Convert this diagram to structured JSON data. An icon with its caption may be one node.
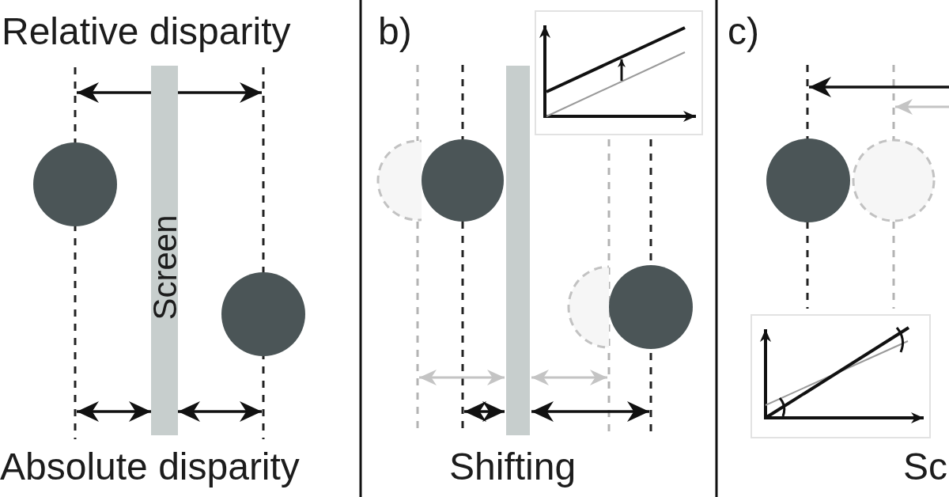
{
  "diagram": {
    "nodes": [
      {
        "text": [],
        "shape": "circle"
      },
      {
        "text": [
          "Screen"
        ]
      },
      {
        "text": [],
        "shape": "circle"
      },
      {
        "text": [],
        "shape": "circle"
      },
      {
        "text": [],
        "shape": "circle"
      },
      {
        "text": [],
        "shape": "bar"
      },
      {
        "text": [],
        "shape": "circle"
      },
      {
        "text": [],
        "shape": "circle"
      },
      {
        "text": [],
        "shape": "circle"
      },
      {
        "text": [],
        "shape": "circle"
      }
    ],
    "labels": [
      "Relative disparity",
      "b)",
      "c)",
      "Absolute disparity",
      "Shifting",
      "Sc"
    ]
  }
}
